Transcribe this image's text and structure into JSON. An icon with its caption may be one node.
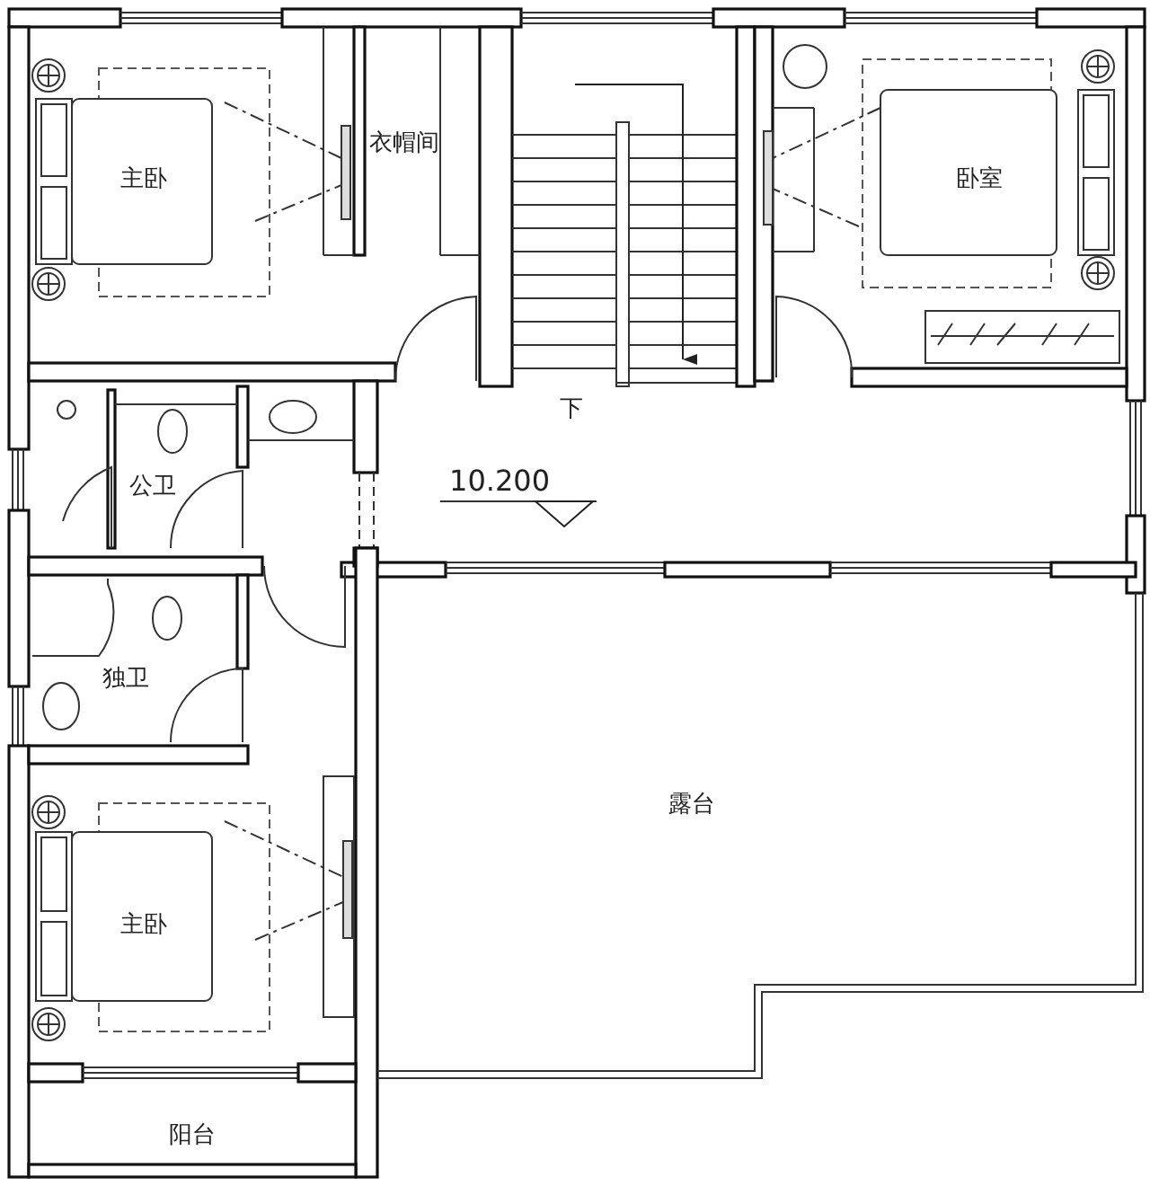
{
  "diagram": {
    "labels": [
      "主卧",
      "衣帽间",
      "卧室",
      "下",
      "公卫",
      "10.200",
      "独卫",
      "露台",
      "主卧",
      "阳台"
    ]
  }
}
